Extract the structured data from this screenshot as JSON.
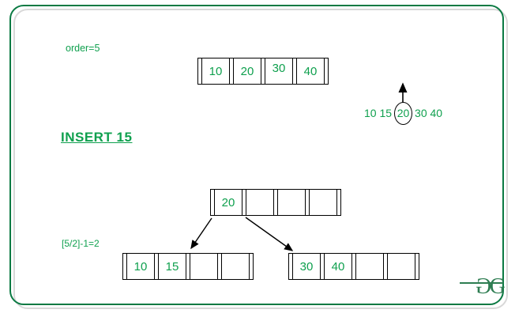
{
  "labels": {
    "order": "order=5",
    "insert": "INSERT 15",
    "formula": "[5/2]-1=2"
  },
  "sequence": {
    "before": "10 15",
    "circled": "20",
    "after": "30 40"
  },
  "nodes": {
    "top": {
      "keys": [
        "10",
        "20",
        "30",
        "40"
      ]
    },
    "root": {
      "keys": [
        "20",
        "",
        "",
        ""
      ]
    },
    "left_child": {
      "keys": [
        "10",
        "15",
        "",
        ""
      ]
    },
    "right_child": {
      "keys": [
        "30",
        "40",
        "",
        ""
      ]
    }
  },
  "logo": {
    "left_g": "G",
    "right_g": "G"
  },
  "colors": {
    "text-green": "#0fa04e",
    "border-green": "#0b7a43",
    "logo-green": "#2e7d52",
    "shadow-gray": "#d8d8d8",
    "line-black": "#000000"
  }
}
